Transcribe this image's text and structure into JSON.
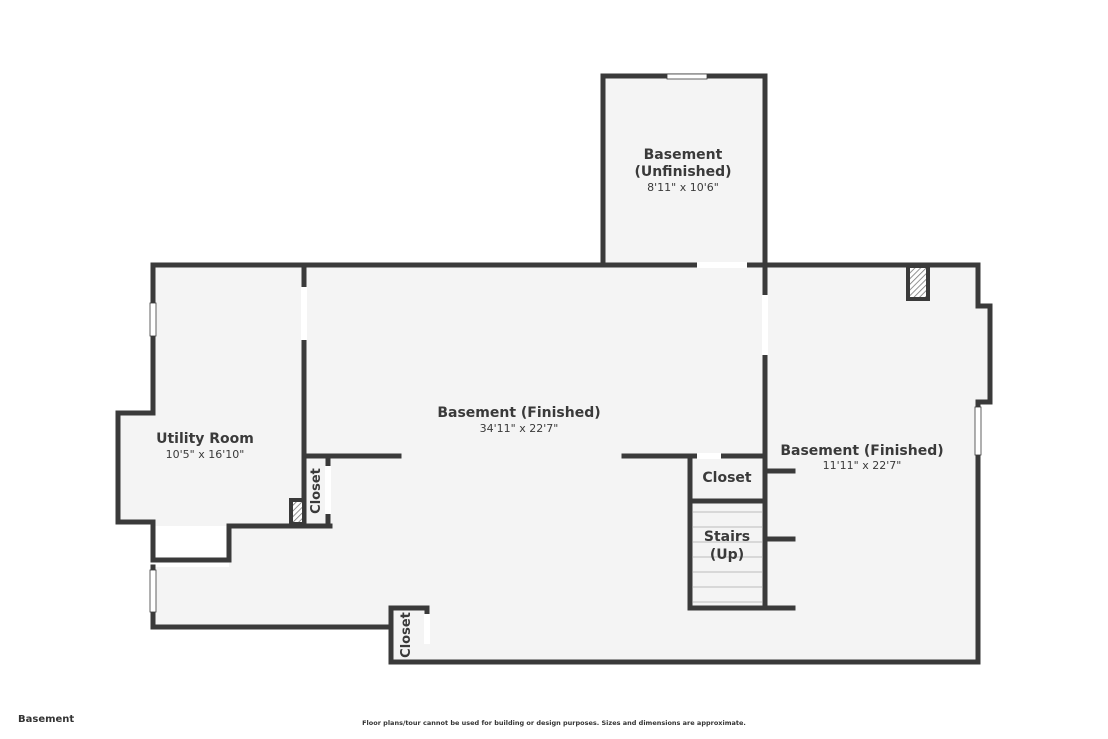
{
  "floor_label": "Basement",
  "disclaimer": "Floor plans/tour cannot be used for building or design purposes. Sizes and dimensions are approximate.",
  "rooms": {
    "basement_unfinished": {
      "name_line1": "Basement",
      "name_line2": "(Unfinished)",
      "dims": "8'11\" x 10'6\""
    },
    "basement_finished_main": {
      "name": "Basement (Finished)",
      "dims": "34'11\" x 22'7\""
    },
    "basement_finished_east": {
      "name": "Basement (Finished)",
      "dims": "11'11\" x 22'7\""
    },
    "utility_room": {
      "name": "Utility Room",
      "dims": "10'5\" x 16'10\""
    },
    "closet_east": {
      "name": "Closet"
    },
    "stairs": {
      "name_line1": "Stairs",
      "name_line2": "(Up)"
    },
    "closet_utility": {
      "name": "Closet"
    },
    "closet_bottom": {
      "name": "Closet"
    }
  },
  "colors": {
    "wall": "#3a3a3a",
    "floor": "#f4f4f4",
    "hatch": "#777777",
    "window": "#ffffff"
  }
}
